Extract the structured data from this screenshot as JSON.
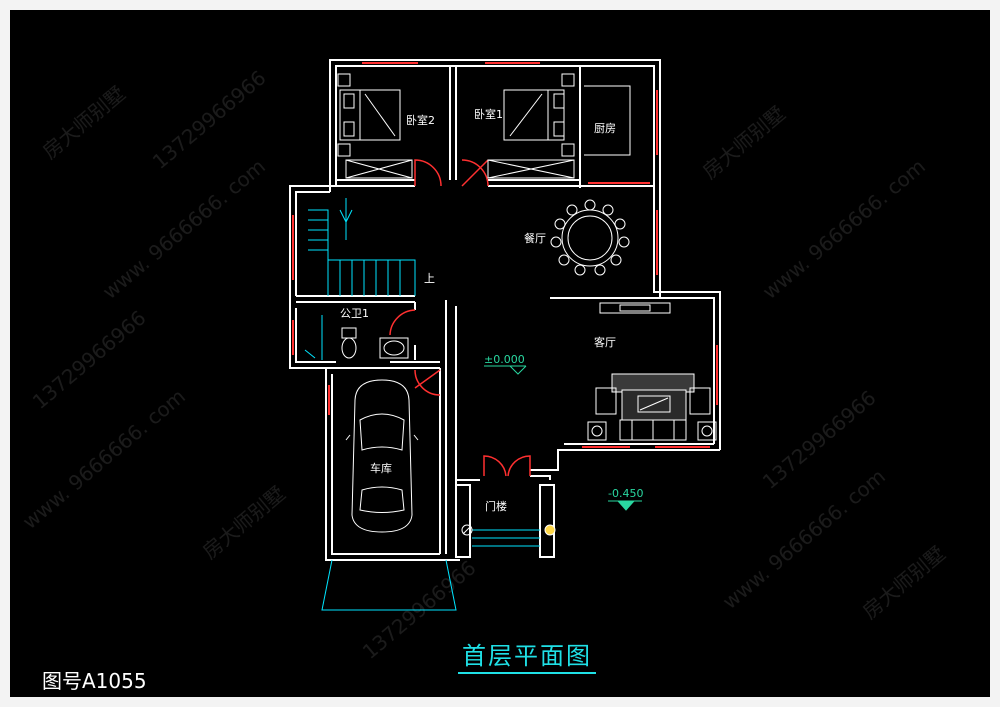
{
  "drawing": {
    "title": "首层平面图",
    "number": "图号A1055"
  },
  "rooms": {
    "bedroom2": "卧室2",
    "bedroom1": "卧室1",
    "kitchen": "厨房",
    "dining": "餐厅",
    "stair_up": "上",
    "bathroom": "公卫1",
    "living": "客厅",
    "garage": "车库",
    "entrance": "门楼"
  },
  "elevations": {
    "floor": "±0.000",
    "outdoor": "-0.450"
  },
  "watermarks": {
    "brand": "房大师别墅",
    "phone": "13729966966",
    "site": "www. 9666666. com"
  },
  "colors": {
    "background": "#000000",
    "wall": "#ffffff",
    "window": "#ff3030",
    "stair": "#00e5ff",
    "elevation_marker": "#29d7a0",
    "title": "#1fe0e6"
  }
}
